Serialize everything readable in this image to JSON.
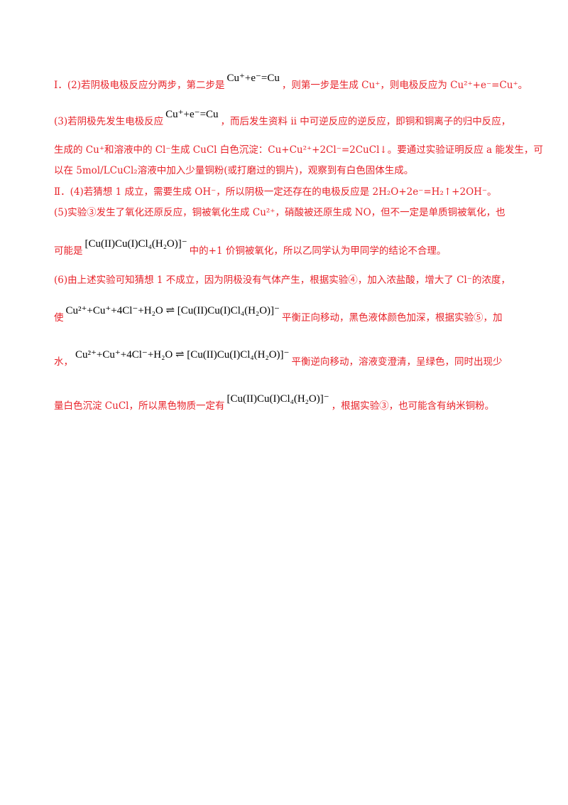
{
  "lines": [
    {
      "pre": "Ⅰ．(2)若阴极电极反应分两步，第二步是",
      "formula": "Cu⁺+e⁻=Cu",
      "post": "，则第一步是生成 Cu⁺，则电极反应为 Cu²⁺+e⁻=Cu⁺。"
    },
    {
      "pre": "(3)若阴极先发生电极反应",
      "formula": "Cu⁺+e⁻=Cu",
      "post": "，而后发生资料 ii 中可逆反应的逆反应，即铜和铜离子的归中反应，"
    },
    {
      "pre": "生成的 Cu⁺和溶液中的 Cl⁻生成 CuCl 白色沉淀：Cu+Cu²⁺+2Cl⁻=2CuCl↓。要通过实验证明反应 a 能发生，可",
      "formula": "",
      "post": ""
    },
    {
      "pre": "以在 5mol/LCuCl₂溶液中加入少量铜粉(或打磨过的铜片)，观察到有白色固体生成。",
      "formula": "",
      "post": ""
    },
    {
      "pre": "Ⅱ．(4)若猜想 1 成立，需要生成 OH⁻，所以阴极一定还存在的电极反应是 2H₂O+2e⁻=H₂↑+2OH⁻。",
      "formula": "",
      "post": ""
    },
    {
      "pre": "(5)实验③发生了氧化还原反应，铜被氧化生成 Cu²⁺，硝酸被还原生成 NO，但不一定是单质铜被氧化，也",
      "formula": "",
      "post": ""
    },
    {
      "pre": "可能是",
      "formula": "[Cu(II)Cu(I)Cl₄(H₂O)]⁻",
      "post": "中的+1 价铜被氧化，所以乙同学认为甲同学的结论不合理。"
    },
    {
      "pre": "(6)由上述实验可知猜想 1 不成立，因为阴极没有气体产生，根据实验④，加入浓盐酸，增大了 Cl⁻的浓度，",
      "formula": "",
      "post": ""
    },
    {
      "pre": "使",
      "formula": "Cu²⁺+Cu⁺+4Cl⁻+H₂O ⇌ [Cu(II)Cu(I)Cl₄(H₂O)]⁻",
      "post": "平衡正向移动，黑色液体颜色加深，根据实验⑤，加"
    },
    {
      "pre": "水，",
      "formula": "Cu²⁺+Cu⁺+4Cl⁻+H₂O ⇌ [Cu(II)Cu(I)Cl₄(H₂O)]⁻",
      "post": "平衡逆向移动，溶液变澄清，呈绿色，同时出现少"
    },
    {
      "pre": "量白色沉淀 CuCl，所以黑色物质一定有",
      "formula": "[Cu(II)Cu(I)Cl₄(H₂O)]⁻",
      "post": "，根据实验③，也可能含有纳米铜粉。"
    }
  ]
}
